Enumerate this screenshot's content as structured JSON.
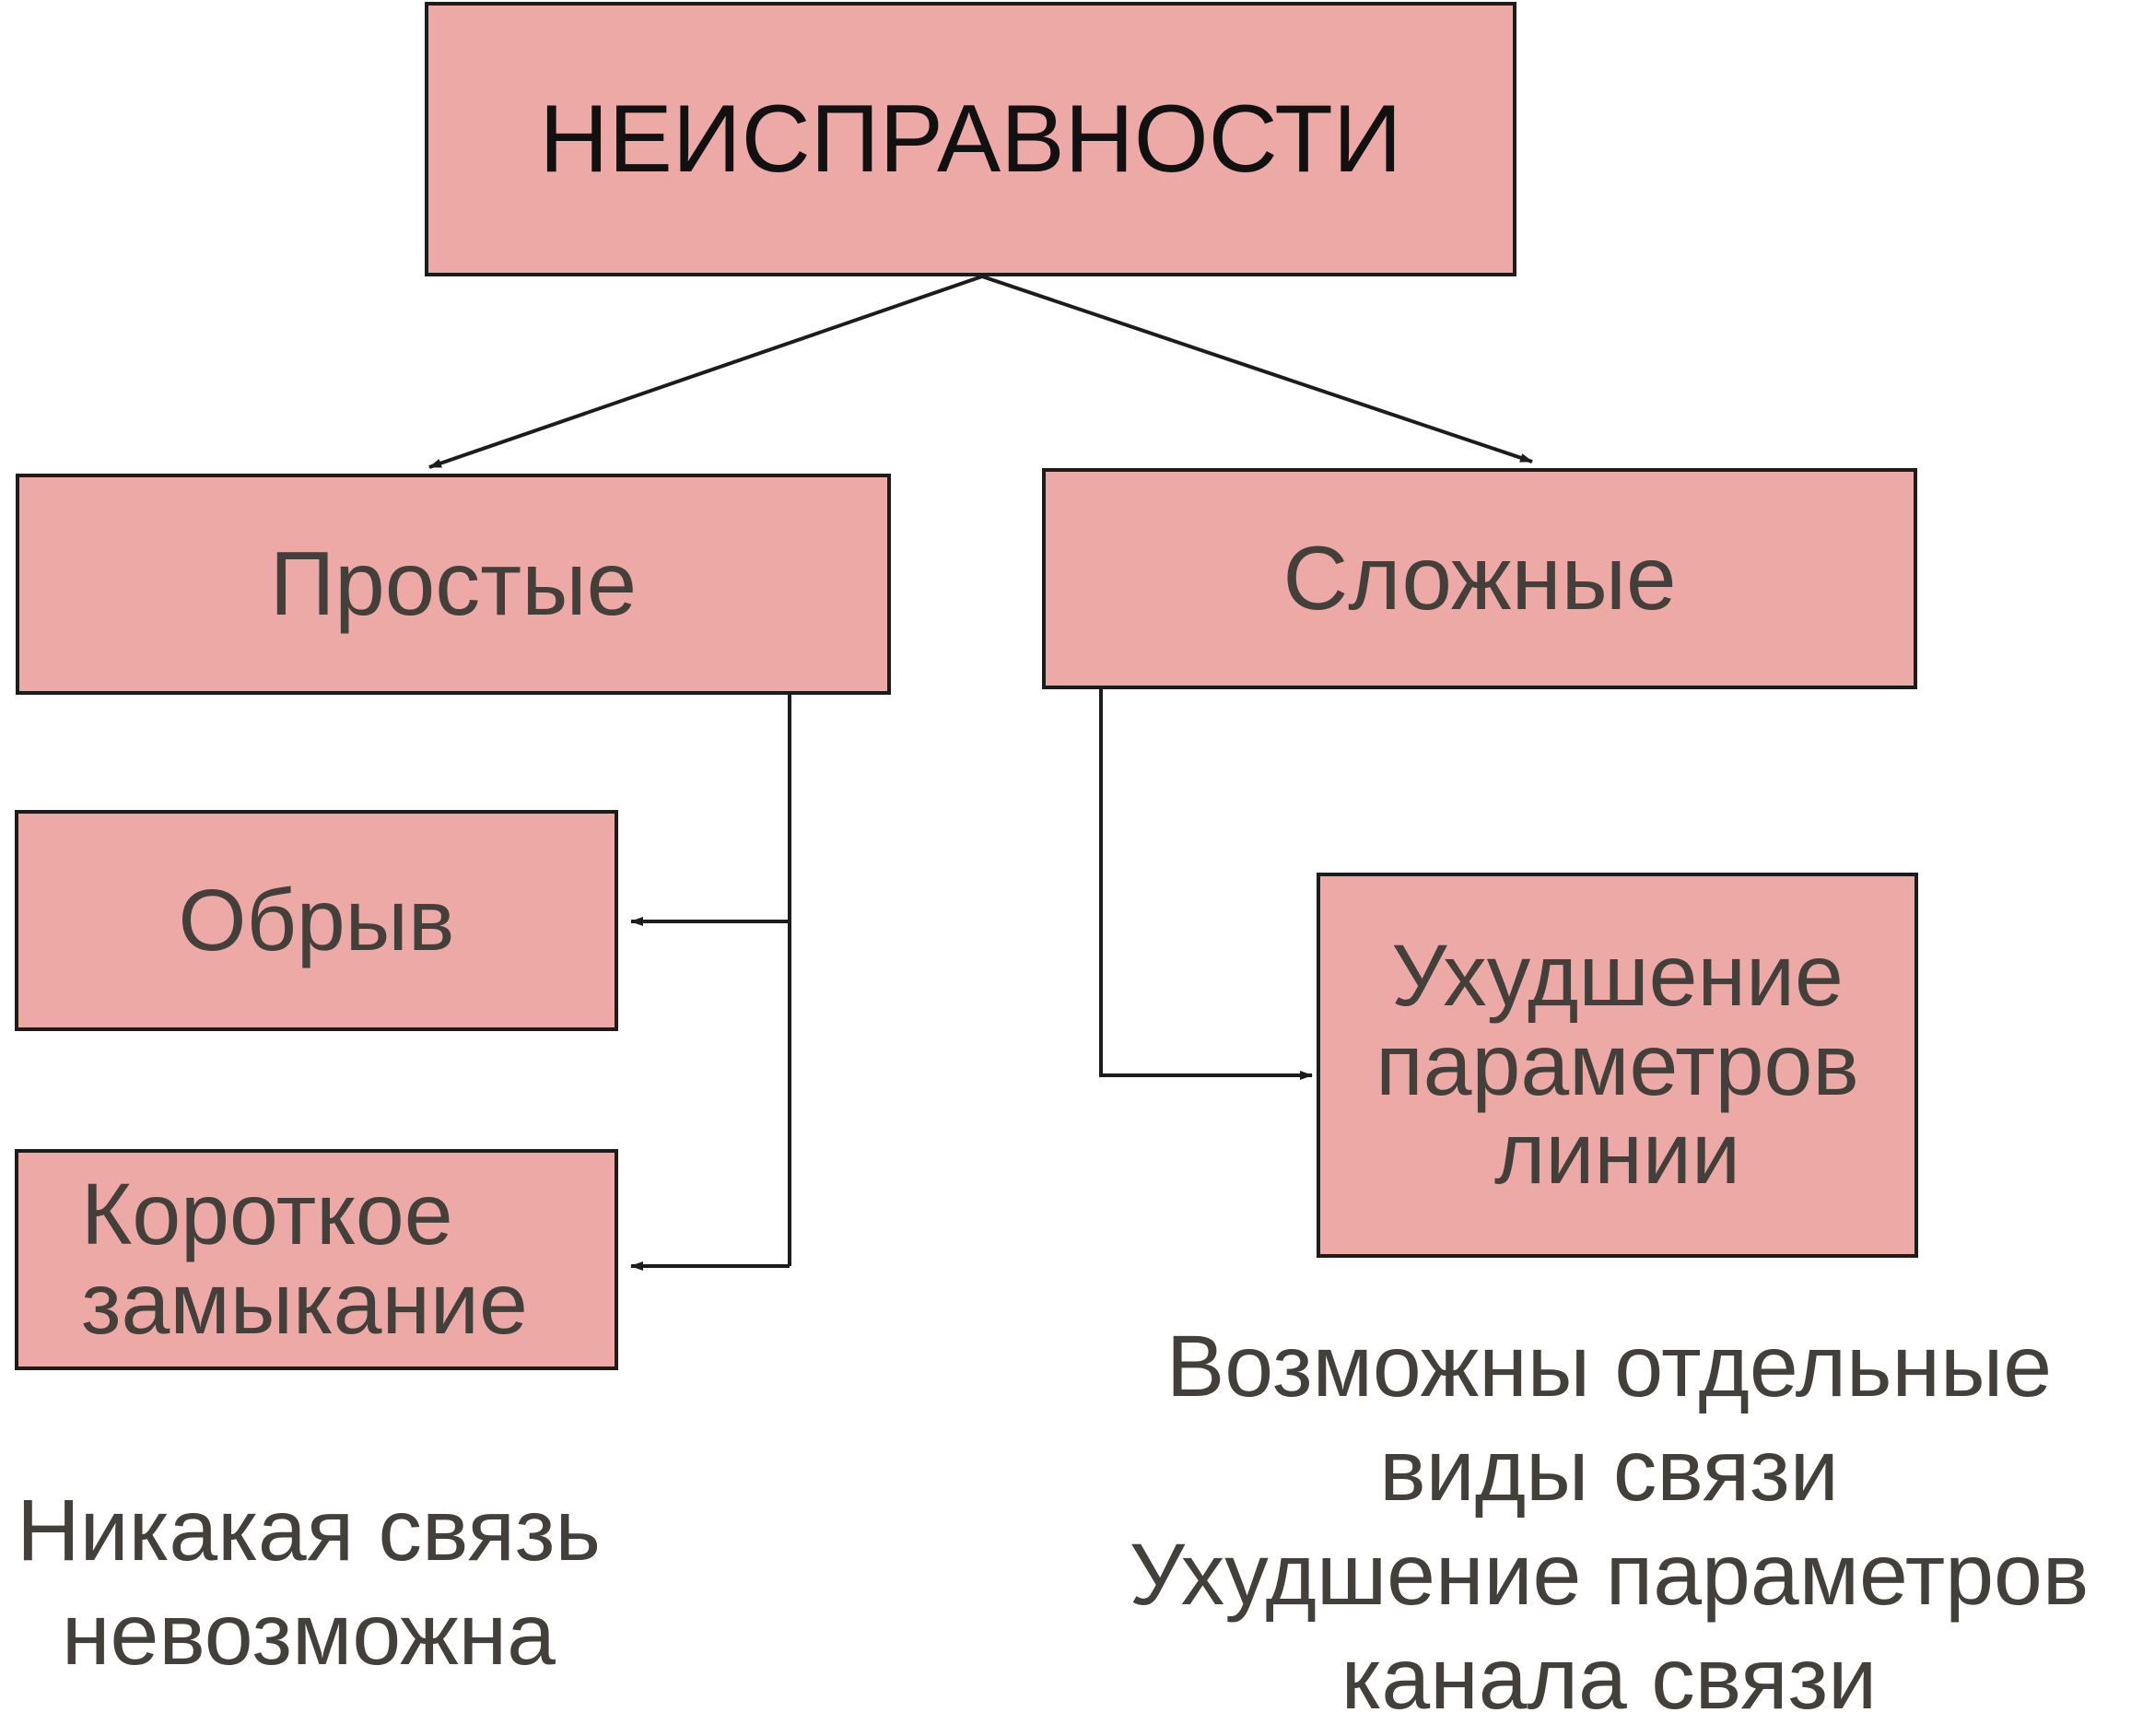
{
  "root": {
    "label": "НЕИСПРАВНОСТИ"
  },
  "categories": {
    "simple": {
      "label": "Простые",
      "items": [
        {
          "lines": [
            "Обрыв"
          ]
        },
        {
          "lines": [
            "Короткое",
            "замыкание"
          ]
        }
      ],
      "note_lines": [
        "Никакая связь",
        "невозможна"
      ]
    },
    "complex": {
      "label": "Сложные",
      "items": [
        {
          "lines": [
            "Ухудшение",
            "параметров",
            "линии"
          ]
        }
      ],
      "note_lines": [
        "Возможны отдельные",
        "виды связи",
        "Ухудшение параметров",
        "канала связи"
      ]
    }
  },
  "colors": {
    "box_fill": "#eda9a6",
    "box_border": "#1e1b1b",
    "text": "#433f3a",
    "connector": "#1e1b1b"
  }
}
